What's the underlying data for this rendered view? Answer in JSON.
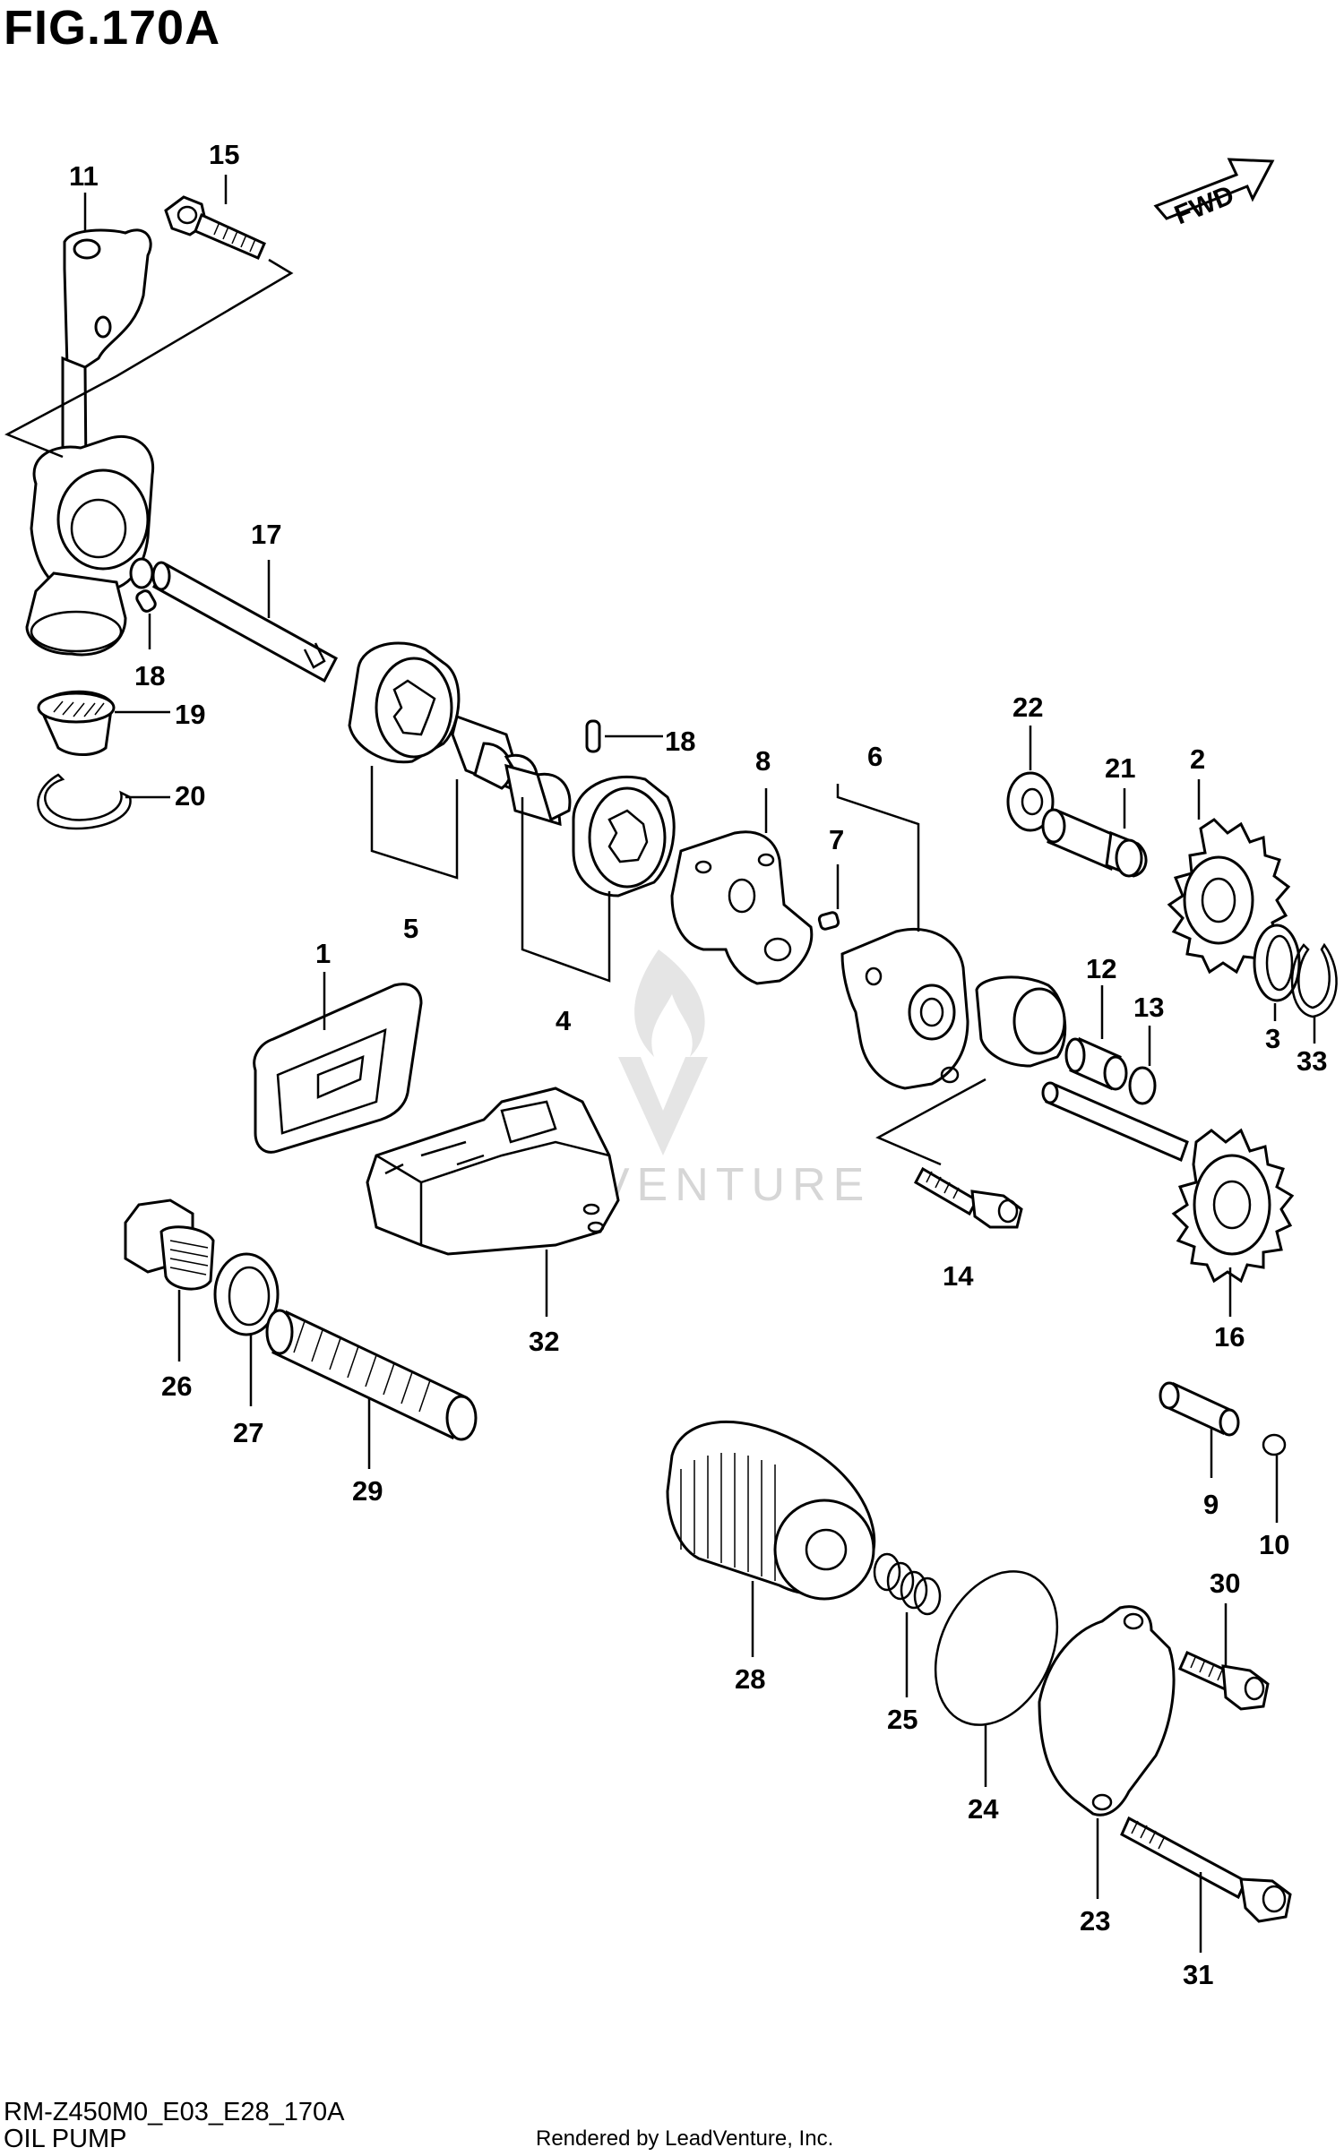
{
  "figure_title": "FIG.170A",
  "drawing_code": "RM-Z450M0_E03_E28_170A",
  "section_title": "OIL PUMP",
  "credit": "Rendered by LeadVenture, Inc.",
  "watermark": "LEADVENTURE",
  "direction_label": "FWD",
  "callouts": {
    "c1": "1",
    "c2": "2",
    "c3": "3",
    "c4": "4",
    "c5": "5",
    "c6": "6",
    "c7": "7",
    "c8": "8",
    "c9": "9",
    "c10": "10",
    "c11": "11",
    "c12": "12",
    "c13": "13",
    "c14": "14",
    "c15": "15",
    "c16": "16",
    "c17": "17",
    "c18a": "18",
    "c18b": "18",
    "c19": "19",
    "c20": "20",
    "c21": "21",
    "c22": "22",
    "c23": "23",
    "c24": "24",
    "c25": "25",
    "c26": "26",
    "c27": "27",
    "c28": "28",
    "c29": "29",
    "c30": "30",
    "c31": "31",
    "c32": "32",
    "c33": "33"
  }
}
